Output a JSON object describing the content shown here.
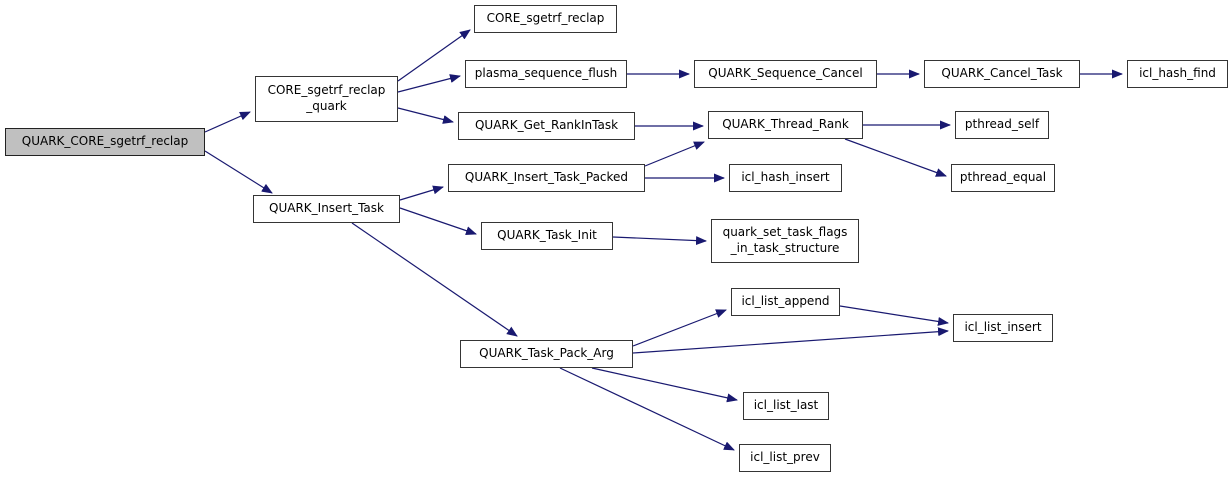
{
  "diagram": {
    "type": "call-graph",
    "colors": {
      "edge": "#191970",
      "node_fill": "#ffffff",
      "node_border": "#353535",
      "root_fill": "#c0c0c0",
      "text": "#000000",
      "background": "#ffffff"
    },
    "nodes": [
      {
        "id": "root",
        "label": "QUARK_CORE_sgetrf_reclap",
        "root": true
      },
      {
        "id": "quark",
        "label": "CORE_sgetrf_reclap\n_quark"
      },
      {
        "id": "reclap",
        "label": "CORE_sgetrf_reclap"
      },
      {
        "id": "flush",
        "label": "plasma_sequence_flush"
      },
      {
        "id": "seqcancel",
        "label": "QUARK_Sequence_Cancel"
      },
      {
        "id": "canceltask",
        "label": "QUARK_Cancel_Task"
      },
      {
        "id": "hashfind",
        "label": "icl_hash_find"
      },
      {
        "id": "getrank",
        "label": "QUARK_Get_RankInTask"
      },
      {
        "id": "threadrank",
        "label": "QUARK_Thread_Rank"
      },
      {
        "id": "pself",
        "label": "pthread_self"
      },
      {
        "id": "pequal",
        "label": "pthread_equal"
      },
      {
        "id": "inserttask",
        "label": "QUARK_Insert_Task"
      },
      {
        "id": "packed",
        "label": "QUARK_Insert_Task_Packed"
      },
      {
        "id": "hashinsert",
        "label": "icl_hash_insert"
      },
      {
        "id": "taskinit",
        "label": "QUARK_Task_Init"
      },
      {
        "id": "setflags",
        "label": "quark_set_task_flags\n_in_task_structure"
      },
      {
        "id": "packarg",
        "label": "QUARK_Task_Pack_Arg"
      },
      {
        "id": "lappend",
        "label": "icl_list_append"
      },
      {
        "id": "linsert",
        "label": "icl_list_insert"
      },
      {
        "id": "llast",
        "label": "icl_list_last"
      },
      {
        "id": "lprev",
        "label": "icl_list_prev"
      }
    ],
    "edges": [
      {
        "from": "root",
        "to": "quark"
      },
      {
        "from": "root",
        "to": "inserttask"
      },
      {
        "from": "quark",
        "to": "reclap"
      },
      {
        "from": "quark",
        "to": "flush"
      },
      {
        "from": "quark",
        "to": "getrank"
      },
      {
        "from": "flush",
        "to": "seqcancel"
      },
      {
        "from": "seqcancel",
        "to": "canceltask"
      },
      {
        "from": "canceltask",
        "to": "hashfind"
      },
      {
        "from": "getrank",
        "to": "threadrank"
      },
      {
        "from": "threadrank",
        "to": "pself"
      },
      {
        "from": "threadrank",
        "to": "pequal"
      },
      {
        "from": "inserttask",
        "to": "packed"
      },
      {
        "from": "inserttask",
        "to": "taskinit"
      },
      {
        "from": "inserttask",
        "to": "packarg"
      },
      {
        "from": "packed",
        "to": "threadrank"
      },
      {
        "from": "packed",
        "to": "hashinsert"
      },
      {
        "from": "taskinit",
        "to": "setflags"
      },
      {
        "from": "packarg",
        "to": "lappend"
      },
      {
        "from": "packarg",
        "to": "linsert"
      },
      {
        "from": "packarg",
        "to": "llast"
      },
      {
        "from": "packarg",
        "to": "lprev"
      },
      {
        "from": "lappend",
        "to": "linsert"
      }
    ]
  }
}
